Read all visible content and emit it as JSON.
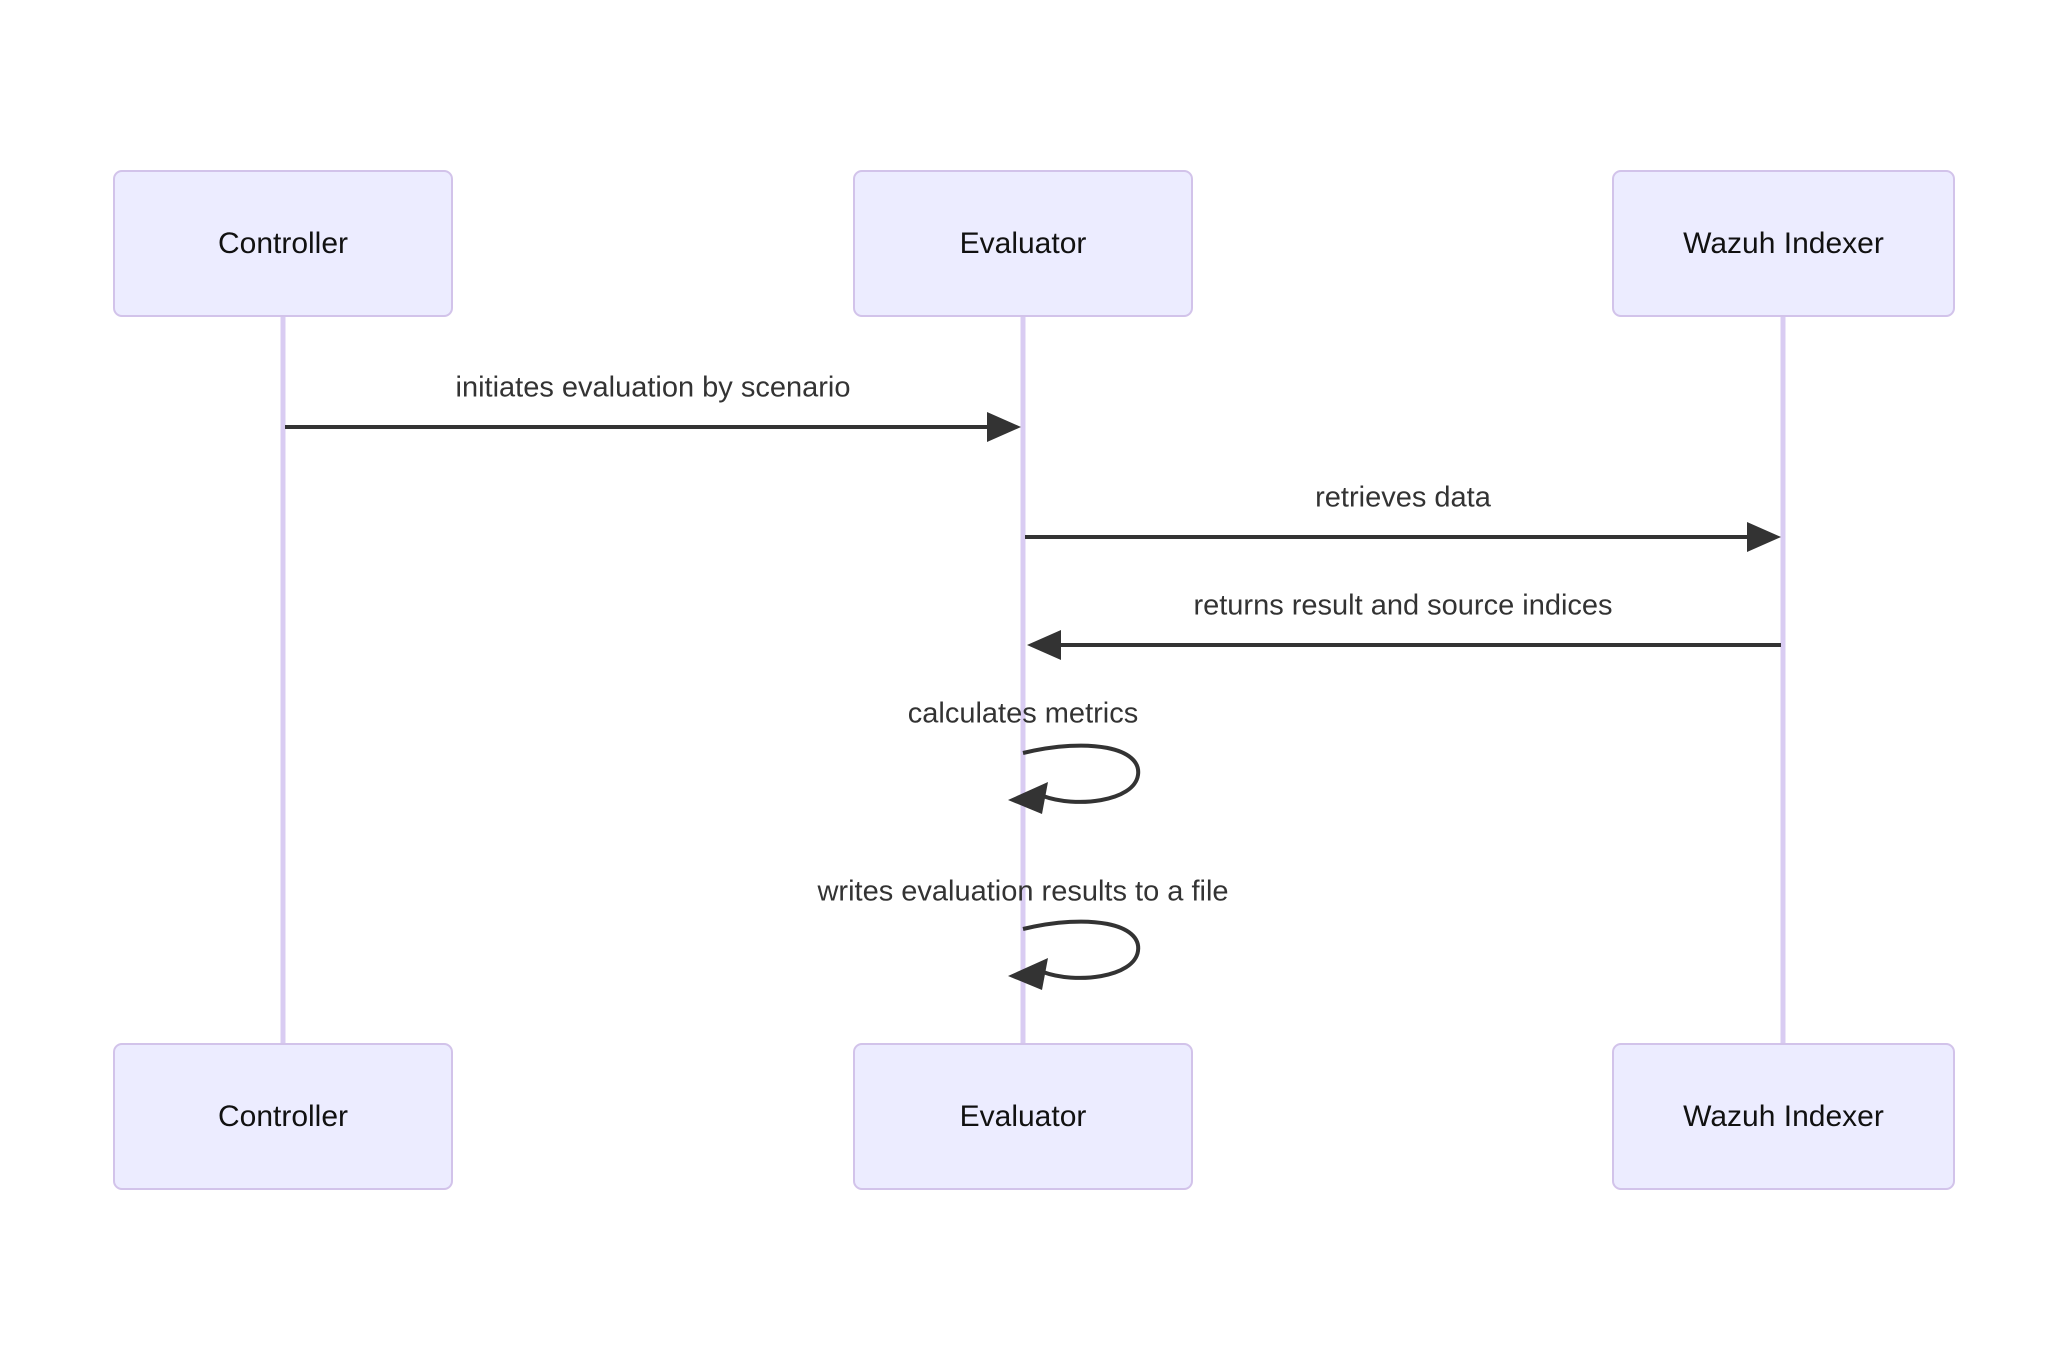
{
  "diagram": {
    "type": "sequence-diagram",
    "colors": {
      "background": "#ffffff",
      "actor_fill": "#ECECFF",
      "actor_border": "#d2c3ea",
      "actor_text": "#111111",
      "lifeline": "#d9ccf2",
      "arrow": "#333333",
      "message_text": "#333333"
    },
    "actors": [
      {
        "id": "controller",
        "label": "Controller"
      },
      {
        "id": "evaluator",
        "label": "Evaluator"
      },
      {
        "id": "wazuh-indexer",
        "label": "Wazuh Indexer"
      }
    ],
    "messages": [
      {
        "from": "Controller",
        "to": "Evaluator",
        "type": "solid-arrow",
        "label": "initiates evaluation by scenario"
      },
      {
        "from": "Evaluator",
        "to": "Wazuh Indexer",
        "type": "solid-arrow",
        "label": "retrieves data"
      },
      {
        "from": "Wazuh Indexer",
        "to": "Evaluator",
        "type": "solid-arrow",
        "label": "returns result and source indices"
      },
      {
        "from": "Evaluator",
        "to": "Evaluator",
        "type": "self-loop",
        "label": "calculates metrics"
      },
      {
        "from": "Evaluator",
        "to": "Evaluator",
        "type": "self-loop",
        "label": "writes evaluation results to a file"
      }
    ]
  }
}
